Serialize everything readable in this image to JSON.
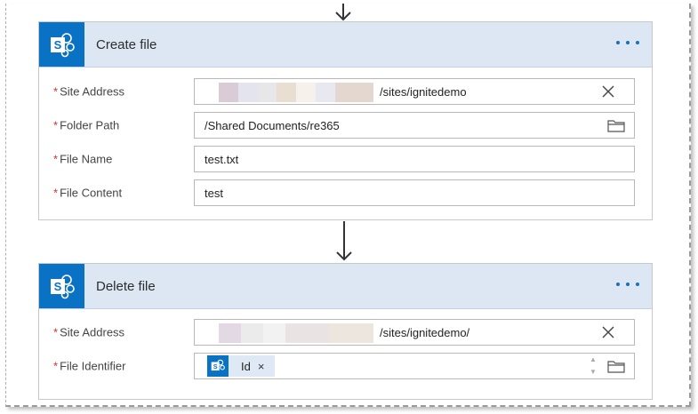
{
  "cards": [
    {
      "title": "Create file",
      "fields": [
        {
          "label": "Site Address",
          "value": "/sites/ignitedemo"
        },
        {
          "label": "Folder Path",
          "value": "/Shared Documents/re365"
        },
        {
          "label": "File Name",
          "value": "test.txt"
        },
        {
          "label": "File Content",
          "value": "test"
        }
      ]
    },
    {
      "title": "Delete file",
      "fields": [
        {
          "label": "Site Address",
          "value": "/sites/ignitedemo/"
        },
        {
          "label": "File Identifier",
          "token": "Id",
          "token_remove": "×"
        }
      ]
    }
  ],
  "required_marker": "*",
  "colors": {
    "accent": "#0a72c4",
    "header_bg": "#dce7f3",
    "required": "#d13438",
    "more_dots": "#1a6fc0"
  },
  "icons": {
    "logo": "sharepoint-icon",
    "more": "ellipsis-icon",
    "clear": "close-icon",
    "folder": "folder-icon",
    "flow_arrow": "arrow-down-icon"
  }
}
